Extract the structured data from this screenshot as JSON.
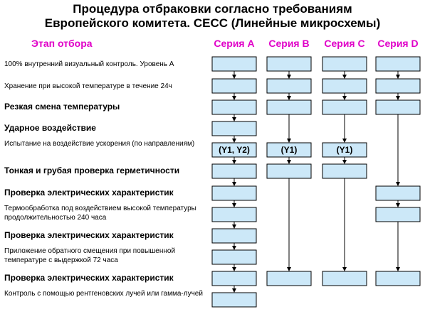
{
  "title": {
    "line1": "Процедура отбраковки  согласно требованиям",
    "line2": "Европейского комитета. CECC (Линейные микросхемы)"
  },
  "stage_header": "Этап отбора",
  "series": [
    {
      "id": "A",
      "label": "Серия A"
    },
    {
      "id": "B",
      "label": "Серия B"
    },
    {
      "id": "C",
      "label": "Серия C"
    },
    {
      "id": "D",
      "label": "Серия D"
    }
  ],
  "steps": [
    {
      "label": "100% внутренний визуальный контроль. Уровень А",
      "bold": false,
      "boxes": {
        "A": "",
        "B": "",
        "C": "",
        "D": ""
      }
    },
    {
      "label": "Хранение при высокой температуре в течение 24ч",
      "bold": false,
      "boxes": {
        "A": "",
        "B": "",
        "C": "",
        "D": ""
      }
    },
    {
      "label": "Резкая смена температуры",
      "bold": true,
      "boxes": {
        "A": "",
        "B": "",
        "C": "",
        "D": ""
      }
    },
    {
      "label": "Ударное воздействие",
      "bold": true,
      "boxes": {
        "A": ""
      }
    },
    {
      "label": "Испытание на воздействие ускорения (по направлениям)",
      "bold": false,
      "boxes": {
        "A": "(Y1, Y2)",
        "B": "(Y1)",
        "C": "(Y1)"
      }
    },
    {
      "label": "Тонкая и грубая проверка герметичности",
      "bold": true,
      "boxes": {
        "A": "",
        "B": "",
        "C": ""
      }
    },
    {
      "label": "Проверка электрических характеристик",
      "bold": true,
      "boxes": {
        "A": "",
        "D": ""
      }
    },
    {
      "label": "Термообработка под воздействием высокой температуры продолжительностью 240 часа",
      "bold": false,
      "boxes": {
        "A": "",
        "D": ""
      }
    },
    {
      "label": "Проверка электрических характеристик",
      "bold": true,
      "boxes": {
        "A": ""
      }
    },
    {
      "label": "Приложение обратного смещения при повышенной температуре с выдержкой 72 часа",
      "bold": false,
      "boxes": {
        "A": ""
      }
    },
    {
      "label": "Проверка электрических характеристик",
      "bold": true,
      "boxes": {
        "A": "",
        "B": "",
        "C": "",
        "D": ""
      }
    },
    {
      "label": "Контроль с помощью рентгеновских лучей или гамма-лучей",
      "bold": false,
      "boxes": {
        "A": ""
      }
    }
  ],
  "colors": {
    "header_accent": "#e000c8",
    "box_fill": "#cce8f8",
    "box_stroke": "#000000",
    "arrow": "#000000"
  }
}
